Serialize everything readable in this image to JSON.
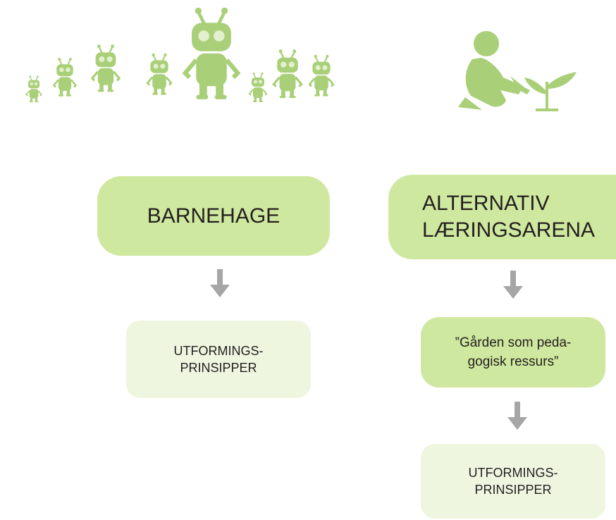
{
  "colors": {
    "figure_green": "#a9d078",
    "box_green": "#cfe89f",
    "box_light": "#eef6e0",
    "arrow_gray": "#a6a6a6",
    "text": "#231f20"
  },
  "icons": {
    "left": "robot-family-icon",
    "right": "gardener-planting-icon"
  },
  "left_column": {
    "top_box": "BARNEHAGE",
    "bottom_box": "UTFORMINGS-\nPRINSIPPER"
  },
  "right_column": {
    "top_box": "ALTERNATIV\nLÆRINGSARENA",
    "middle_box": "”Gården som peda-\ngogisk ressurs”",
    "bottom_box": "UTFORMINGS-\nPRINSIPPER"
  }
}
